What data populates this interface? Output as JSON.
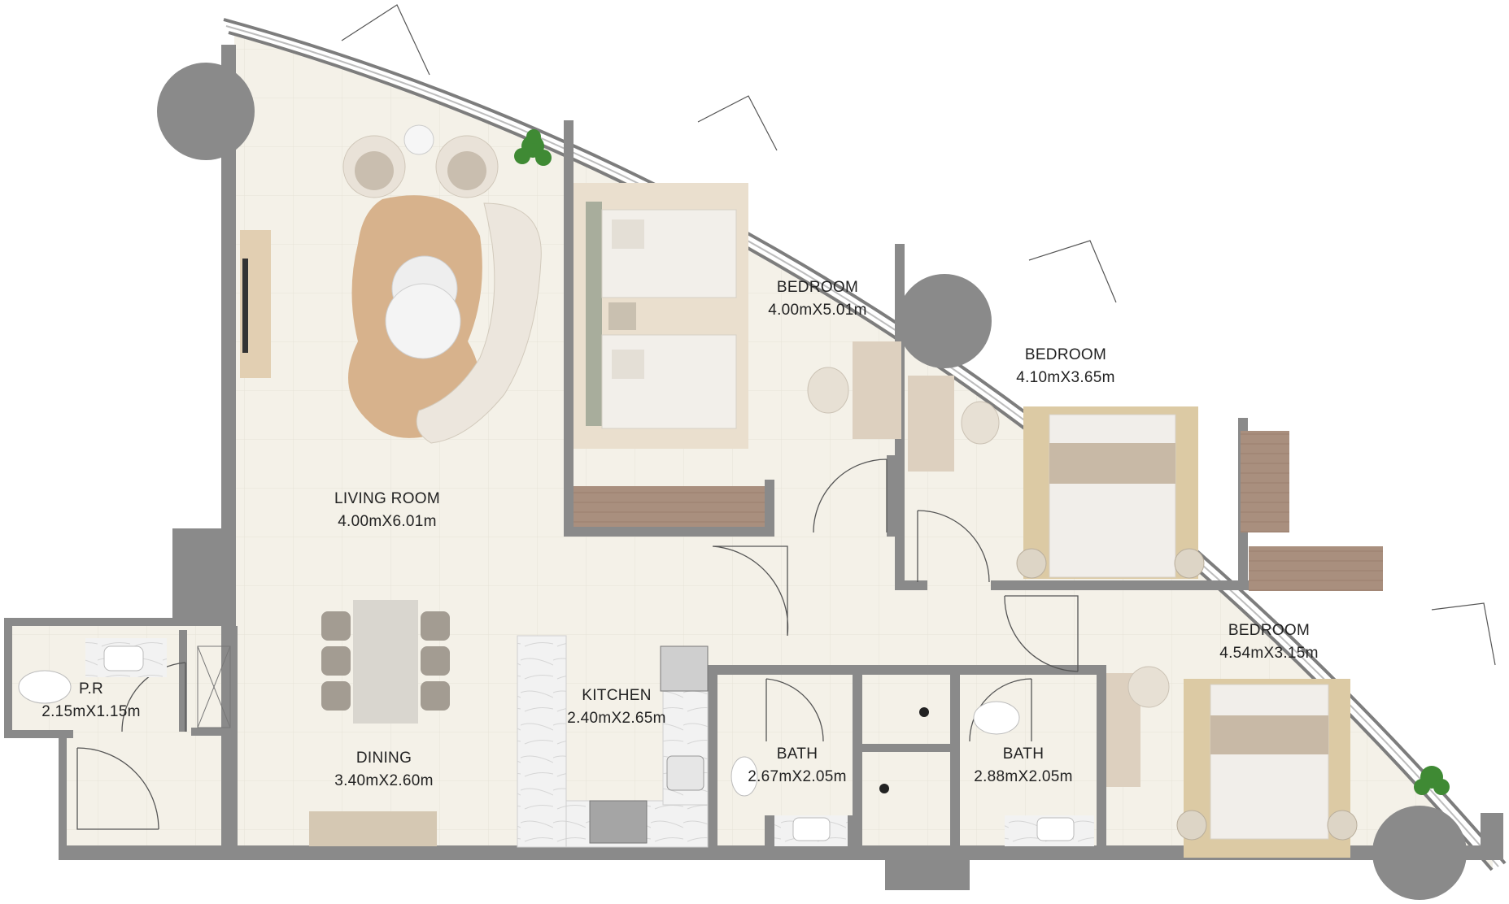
{
  "colors": {
    "wall": "#8a8a8a",
    "floor": "#f3f0e6",
    "grid": "#e4e0d4",
    "wood": "#d9c9b4",
    "rug": "#d8b48f",
    "bedding": "#f1eeea",
    "throw": "#c8b9a6",
    "plant": "#3f8a34",
    "column": "#8a8a8a"
  },
  "rooms": [
    {
      "key": "living",
      "name": "LIVING ROOM",
      "size": "4.00mX6.01m"
    },
    {
      "key": "bedroom1",
      "name": "BEDROOM",
      "size": "4.00mX5.01m"
    },
    {
      "key": "bedroom2",
      "name": "BEDROOM",
      "size": "4.10mX3.65m"
    },
    {
      "key": "bedroom3",
      "name": "BEDROOM",
      "size": "4.54mX3.15m"
    },
    {
      "key": "powder",
      "name": "P.R",
      "size": "2.15mX1.15m"
    },
    {
      "key": "kitchen",
      "name": "KITCHEN",
      "size": "2.40mX2.65m"
    },
    {
      "key": "dining",
      "name": "DINING",
      "size": "3.40mX2.60m"
    },
    {
      "key": "bath1",
      "name": "BATH",
      "size": "2.67mX2.05m"
    },
    {
      "key": "bath2",
      "name": "BATH",
      "size": "2.88mX2.05m"
    }
  ]
}
